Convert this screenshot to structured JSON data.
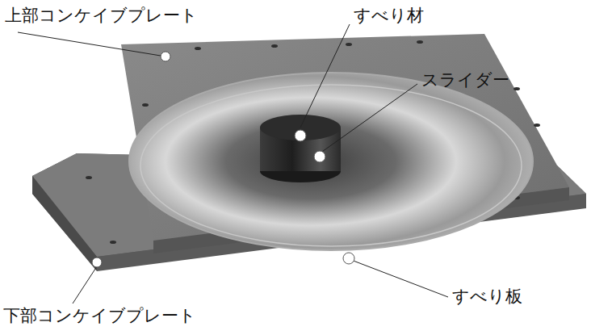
{
  "diagram": {
    "labels": [
      "上部コンケイブプレート",
      "すべり材",
      "スライダー",
      "下部コンケイブプレート",
      "すべり板"
    ]
  }
}
